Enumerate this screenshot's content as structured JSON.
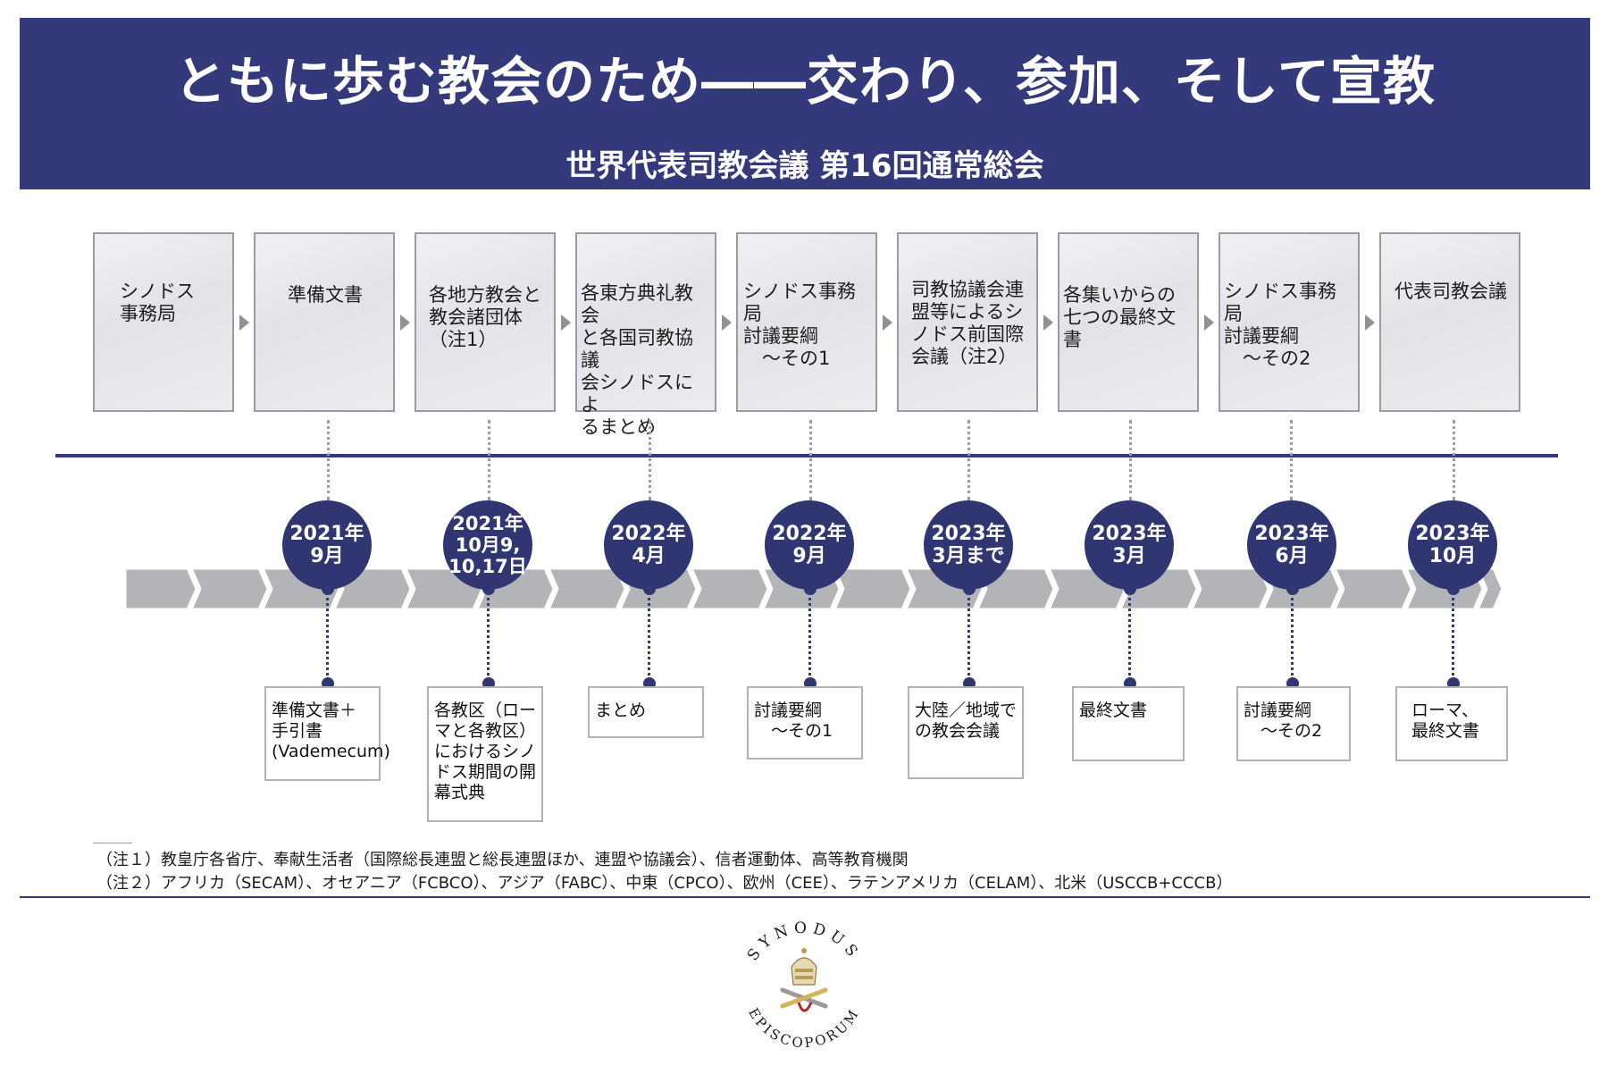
{
  "header": {
    "title": "ともに歩む教会のため――交わり、参加、そして宣教",
    "subtitle": "世界代表司教会議 第16回通常総会"
  },
  "stages": [
    {
      "label": "シノドス\n事務局"
    },
    {
      "label": "準備文書"
    },
    {
      "label": "各地方教会と\n教会諸団体\n（注1）"
    },
    {
      "label": "各東方典礼教会\nと各国司教協議\n会シノドスによ\nるまとめ"
    },
    {
      "label": "シノドス事務局\n討議要綱\n　～その1"
    },
    {
      "label": "司教協議会連\n盟等によるシ\nノドス前国際\n会議（注2）"
    },
    {
      "label": "各集いからの\n七つの最終文書"
    },
    {
      "label": "シノドス事務局\n討議要綱\n　～その2"
    },
    {
      "label": "代表司教会議"
    }
  ],
  "dates": [
    {
      "line1": "2021年",
      "line2": "9月",
      "line3": ""
    },
    {
      "line1": "2021年",
      "line2": "10月9,",
      "line3": "10,17日"
    },
    {
      "line1": "2022年",
      "line2": "4月",
      "line3": ""
    },
    {
      "line1": "2022年",
      "line2": "9月",
      "line3": ""
    },
    {
      "line1": "2023年",
      "line2": "3月まで",
      "line3": ""
    },
    {
      "line1": "2023年",
      "line2": "3月",
      "line3": ""
    },
    {
      "line1": "2023年",
      "line2": "6月",
      "line3": ""
    },
    {
      "line1": "2023年",
      "line2": "10月",
      "line3": ""
    }
  ],
  "outcomes": [
    {
      "text": "準備文書＋\n手引書\n(Vademecum)"
    },
    {
      "text": "各教区（ロー\nマと各教区）\nにおけるシノ\nドス期間の開\n幕式典"
    },
    {
      "text": "まとめ"
    },
    {
      "text": "討議要綱\n　～その1"
    },
    {
      "text": "大陸／地域で\nの教会会議"
    },
    {
      "text": "最終文書"
    },
    {
      "text": "討議要綱\n　～その2"
    },
    {
      "text": "ローマ、\n最終文書"
    }
  ],
  "notes": {
    "note1": "（注１）教皇庁各省庁、奉献生活者（国際総長連盟と総長連盟ほか、連盟や協議会）、信者運動体、高等教育機関",
    "note2": "（注２）アフリカ（SECAM）、オセアニア（FCBCO）、アジア（FABC）、中東（CPCO）、欧州（CEE）、ラテンアメリカ（CELAM）、北米（USCCB+CCCB）"
  },
  "seal": {
    "text_top": "SYNODUS",
    "text_bottom": "EPISCOPORUM"
  },
  "colors": {
    "navy": "#33397a",
    "band_gray": "#b3b4b8",
    "stage_border": "#9a9ca3"
  }
}
